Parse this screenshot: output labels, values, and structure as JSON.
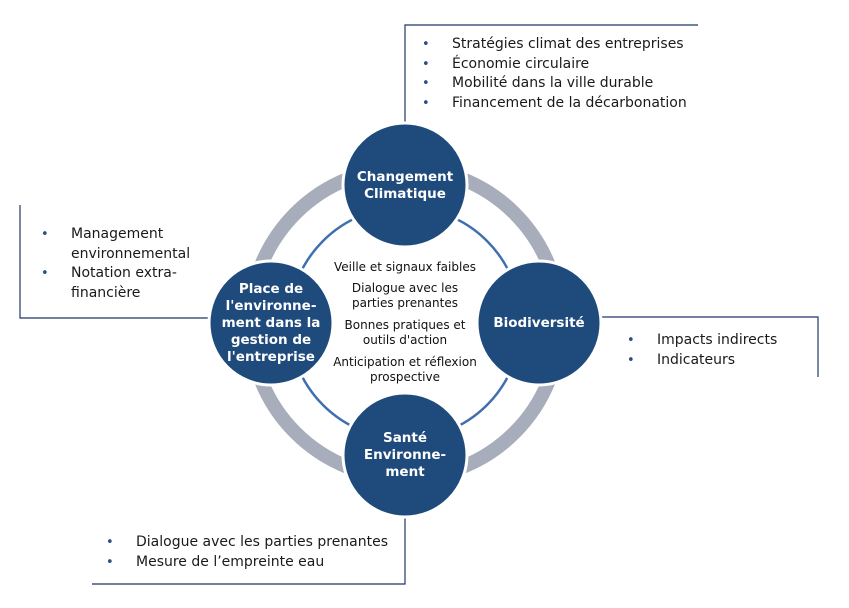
{
  "colors": {
    "node_fill": "#1f4a7c",
    "node_stroke": "#ffffff",
    "outer_ring": "#a7adba",
    "inner_ring": "#3f6fae",
    "box_line": "#1f3864",
    "bullet": "#2a4f86"
  },
  "nodes": {
    "top": "Changement Climatique",
    "right": "Biodiversité",
    "bottom": "Santé Environne-ment",
    "left": "Place de l'environne-ment dans la gestion de l'entreprise"
  },
  "center_items": [
    "Veille et signaux faibles",
    "Dialogue avec les parties prenantes",
    "Bonnes pratiques et outils d'action",
    "Anticipation et réflexion prospective"
  ],
  "callouts": {
    "top": [
      "Stratégies climat des entreprises",
      "Économie circulaire",
      "Mobilité dans la ville durable",
      "Financement de la décarbonation"
    ],
    "left": [
      "Management environnemental",
      "Notation extra-financière"
    ],
    "right": [
      "Impacts indirects",
      "Indicateurs"
    ],
    "bottom": [
      "Dialogue avec les parties prenantes",
      "Mesure de l’empreinte eau"
    ]
  }
}
